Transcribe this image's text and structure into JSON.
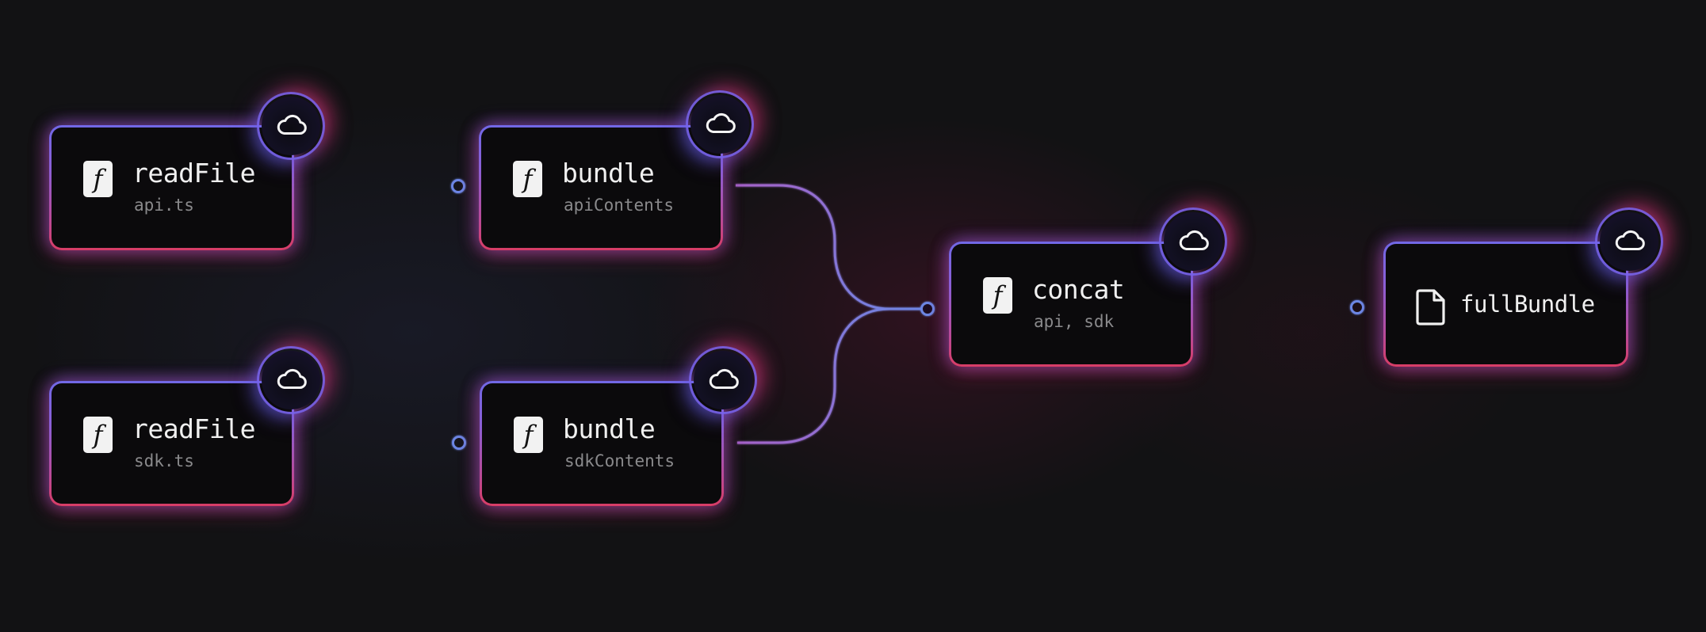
{
  "diagram": {
    "type": "pipeline-graph",
    "theme": {
      "background": "#121214",
      "node_fill": "#0b0a0c",
      "border_top": "#7168e6",
      "border_bottom": "#d83d66",
      "edge_start": "#a463c8",
      "edge_end": "#6c86e4",
      "title_color": "#f0f0f0",
      "subtitle_color": "#8a8a8c"
    },
    "nodes": [
      {
        "id": "readFile-api",
        "kind": "function",
        "icon": "function-icon",
        "title": "readFile",
        "subtitle": "api.ts",
        "badge": "cloud-icon"
      },
      {
        "id": "readFile-sdk",
        "kind": "function",
        "icon": "function-icon",
        "title": "readFile",
        "subtitle": "sdk.ts",
        "badge": "cloud-icon"
      },
      {
        "id": "bundle-api",
        "kind": "function",
        "icon": "function-icon",
        "title": "bundle",
        "subtitle": "apiContents",
        "badge": "cloud-icon"
      },
      {
        "id": "bundle-sdk",
        "kind": "function",
        "icon": "function-icon",
        "title": "bundle",
        "subtitle": "sdkContents",
        "badge": "cloud-icon"
      },
      {
        "id": "concat",
        "kind": "function",
        "icon": "function-icon",
        "title": "concat",
        "subtitle": "api, sdk",
        "badge": "cloud-icon"
      },
      {
        "id": "fullBundle",
        "kind": "file",
        "icon": "file-icon",
        "title": "fullBundle",
        "subtitle": "",
        "badge": "cloud-icon"
      }
    ],
    "edges": [
      {
        "from": "readFile-api",
        "to": "bundle-api"
      },
      {
        "from": "readFile-sdk",
        "to": "bundle-sdk"
      },
      {
        "from": "bundle-api",
        "to": "concat"
      },
      {
        "from": "bundle-sdk",
        "to": "concat"
      },
      {
        "from": "concat",
        "to": "fullBundle"
      }
    ],
    "function_glyph": "f"
  }
}
